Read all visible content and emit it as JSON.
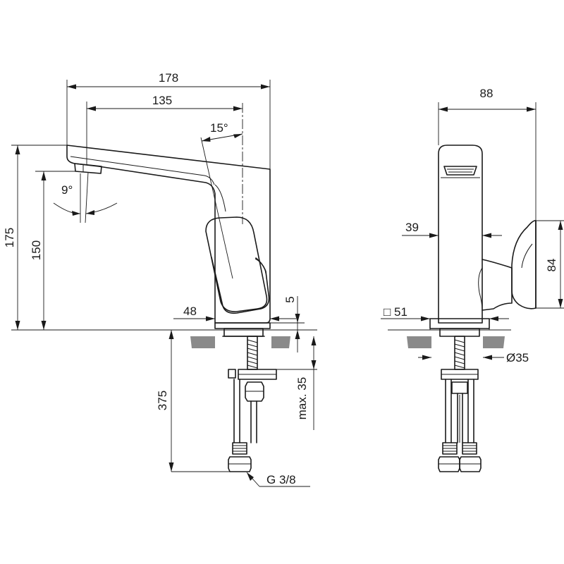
{
  "side_view": {
    "width_total": "178",
    "width_spout": "135",
    "angle_lever": "15°",
    "angle_spout": "9°",
    "height_total": "175",
    "height_outlet": "150",
    "base_width": "48",
    "base_height": "5",
    "shank_length": "375",
    "counter_thickness": "max. 35",
    "thread": "G 3/8"
  },
  "front_view": {
    "width_total": "88",
    "lever_offset": "39",
    "lever_height": "84",
    "base_square": "□ 51",
    "hole_diameter": "Ø35"
  }
}
